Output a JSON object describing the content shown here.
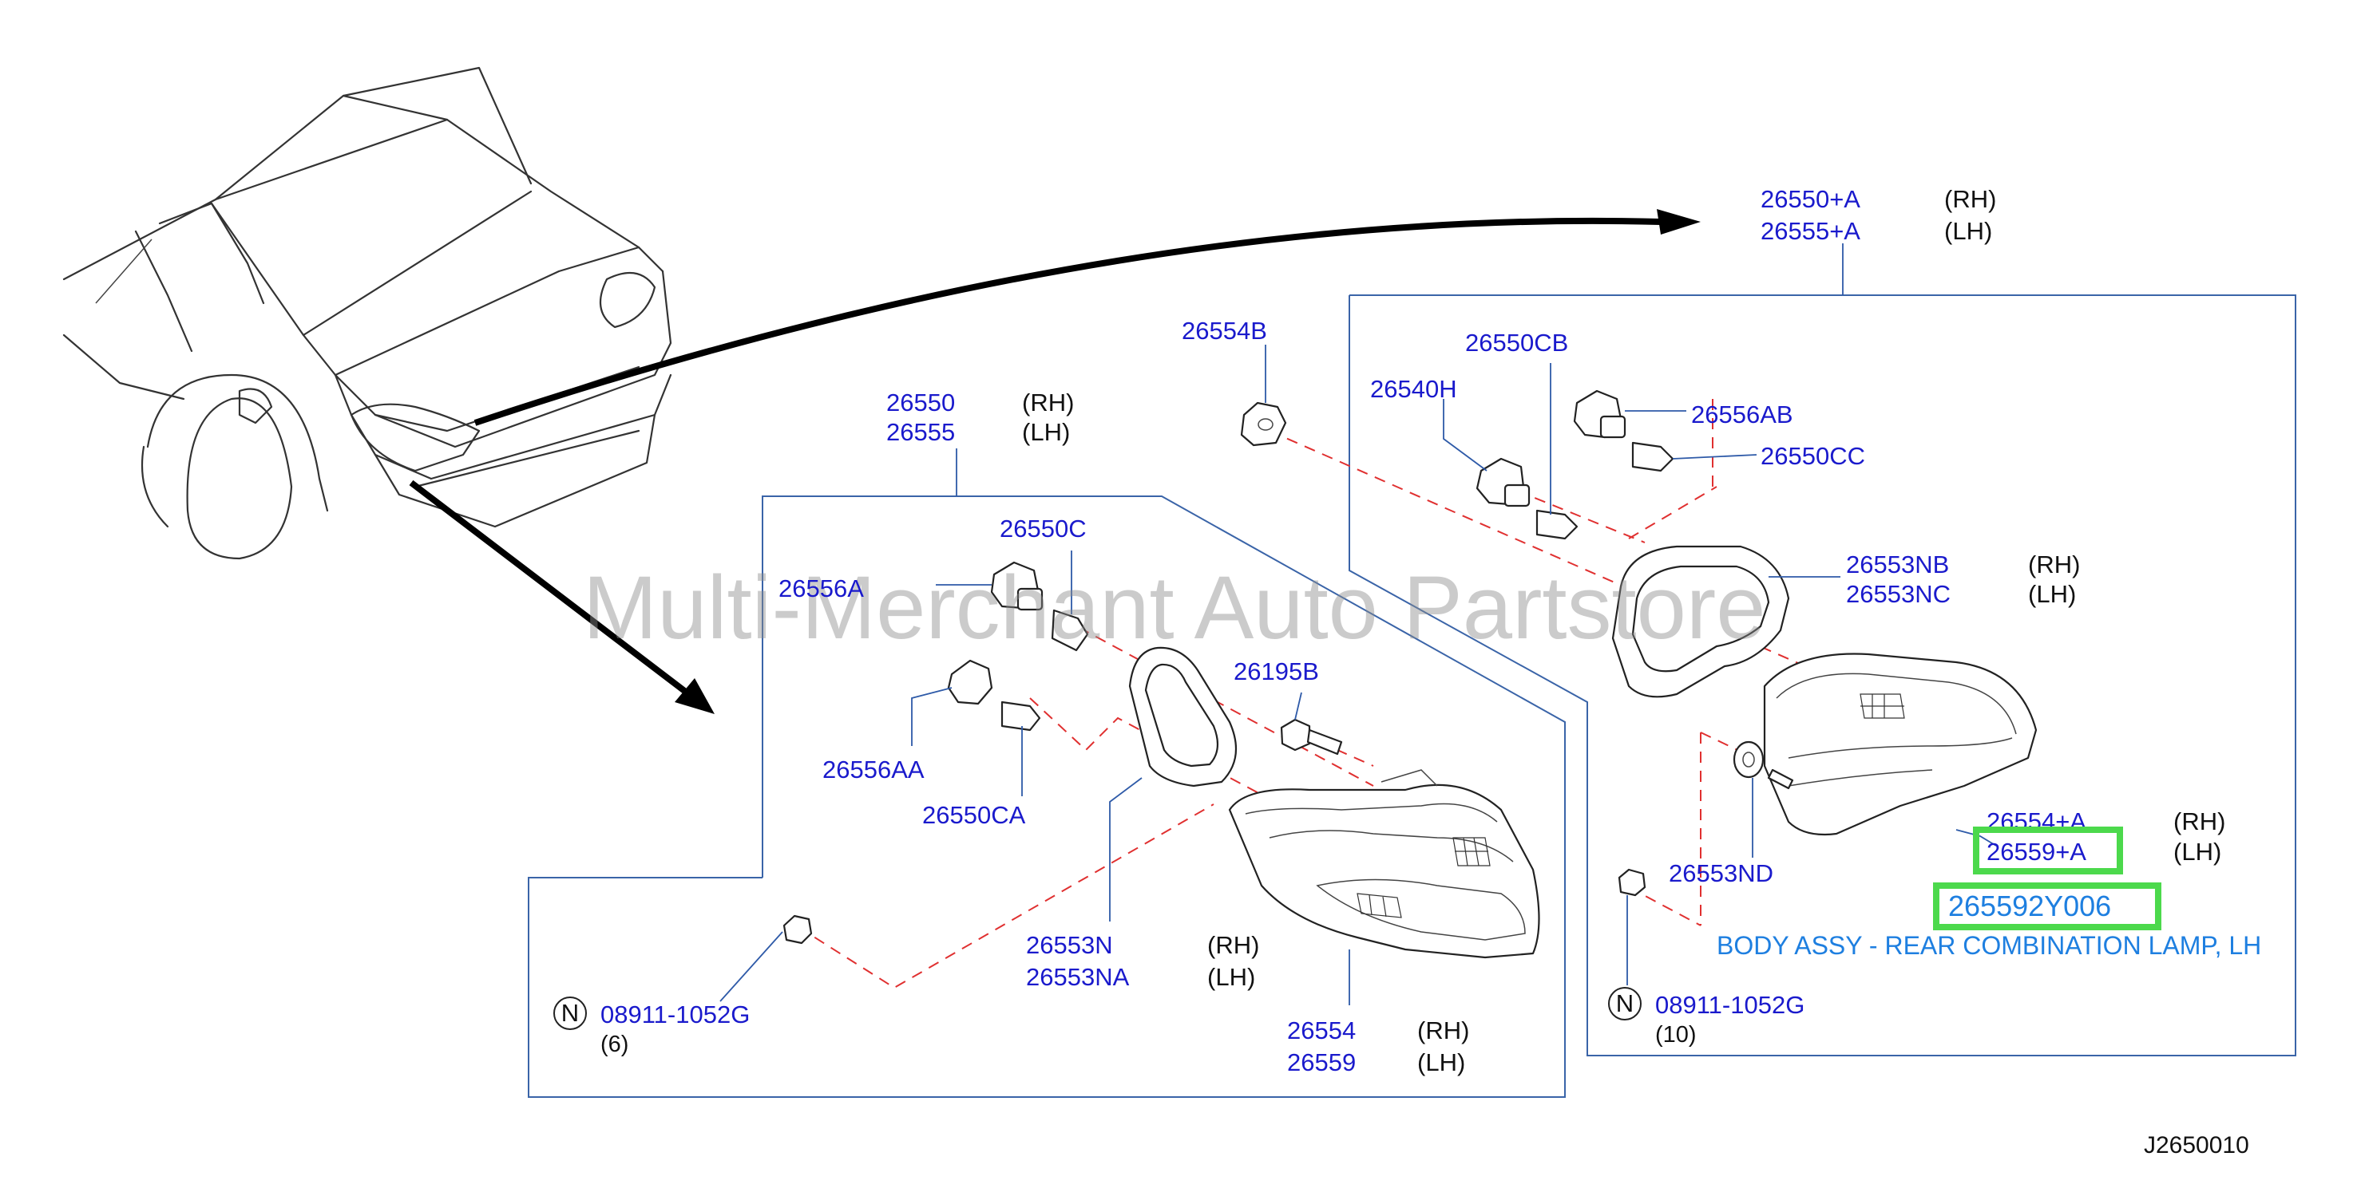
{
  "watermark": "Multi-Merchant Auto Partstore",
  "diagram_code": "J2650010",
  "highlight": {
    "color": "#4cd94c",
    "part_number": "265592Y006",
    "description": "BODY ASSY - REAR COMBINATION LAMP, LH",
    "description_color": "#1e7fe0"
  },
  "callouts": {
    "outer_assy_rh": "26550+A",
    "outer_assy_rh_side": "(RH)",
    "outer_assy_lh": "26555+A",
    "outer_assy_lh_side": "(LH)",
    "assy_rh": "26550",
    "assy_rh_side": "(RH)",
    "assy_lh": "26555",
    "assy_lh_side": "(LH)",
    "p26554B": "26554B",
    "p26550CB": "26550CB",
    "p26540H": "26540H",
    "p26556AB": "26556AB",
    "p26550CC": "26550CC",
    "p26553NB": "26553NB",
    "p26553NB_side": "(RH)",
    "p26553NC": "26553NC",
    "p26553NC_side": "(LH)",
    "p26550C": "26550C",
    "p26556A": "26556A",
    "p26195B": "26195B",
    "p26556AA": "26556AA",
    "p26550CA": "26550CA",
    "p26554A": "26554+A",
    "p26554A_side": "(RH)",
    "p26559A": "26559+A",
    "p26559A_side": "(LH)",
    "p26553ND": "26553ND",
    "p26553N": "26553N",
    "p26553N_side": "(RH)",
    "p26553NA": "26553NA",
    "p26553NA_side": "(LH)",
    "p26554": "26554",
    "p26554_side": "(RH)",
    "p26559": "26559",
    "p26559_side": "(LH)",
    "nut_left_code": "N",
    "nut_left": "08911-1052G",
    "nut_left_qty": "(6)",
    "nut_right_code": "N",
    "nut_right": "08911-1052G",
    "nut_right_qty": "(10)"
  }
}
